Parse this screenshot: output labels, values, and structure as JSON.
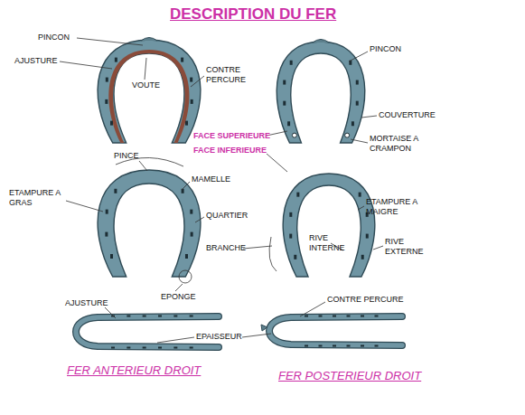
{
  "diagram": {
    "title": "DESCRIPTION DU FER",
    "labels": [
      "PINCON",
      "AJUSTURE",
      "VOUTE",
      "CONTRE PERCURE",
      "PINCON",
      "COUVERTURE",
      "FACE SUPERIEURE",
      "FACE INFERIEURE",
      "MORTAISE A CRAMPON",
      "PINCE",
      "MAMELLE",
      "ETAMPURE A GRAS",
      "QUARTIER",
      "ETAMPURE A MAIGRE",
      "BRANCHE",
      "RIVE INTERNE",
      "RIVE EXTERNE",
      "EPONGE",
      "AJUSTURE",
      "CONTRE PERCURE",
      "EPAISSEUR",
      "FER ANTERIEUR DROIT",
      "FER POSTERIEUR DROIT"
    ]
  }
}
